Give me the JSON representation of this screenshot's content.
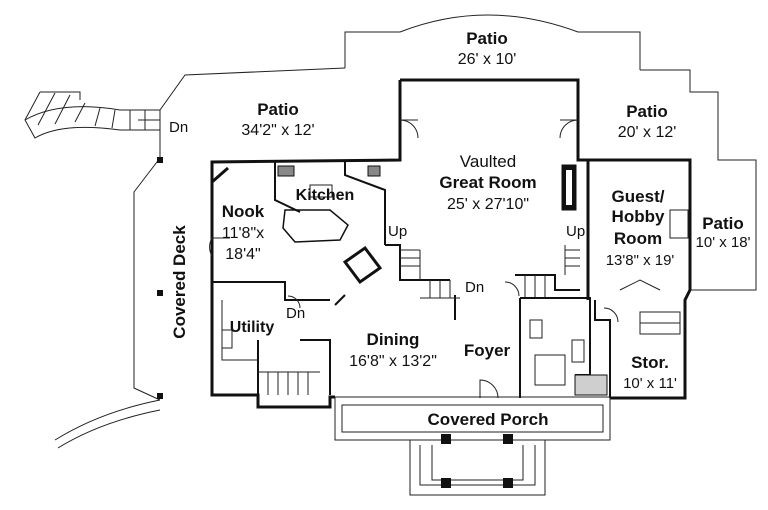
{
  "rooms": {
    "patio_top": {
      "name": "Patio",
      "size": "26' x 10'"
    },
    "patio_left": {
      "name": "Patio",
      "size": "34'2\" x 12'"
    },
    "patio_right": {
      "name": "Patio",
      "size": "20' x 12'"
    },
    "patio_far_right": {
      "name": "Patio",
      "size": "10' x 18'"
    },
    "great_room": {
      "name_line1": "Vaulted",
      "name_line2": "Great Room",
      "size": "25' x 27'10\""
    },
    "kitchen": {
      "name": "Kitchen"
    },
    "nook": {
      "name": "Nook",
      "size_line1": "11'8\"x",
      "size_line2": "18'4\""
    },
    "guest": {
      "name_line1": "Guest/",
      "name_line2": "Hobby",
      "name_line3": "Room",
      "size": "13'8\" x 19'"
    },
    "utility": {
      "name": "Utility"
    },
    "dining": {
      "name": "Dining",
      "size": "16'8\" x 13'2\""
    },
    "foyer": {
      "name": "Foyer"
    },
    "storage": {
      "name": "Stor.",
      "size": "10' x 11'"
    },
    "covered_deck": {
      "name": "Covered Deck"
    },
    "covered_porch": {
      "name": "Covered Porch"
    }
  },
  "stairs": {
    "dn_deck": "Dn",
    "up_left": "Up",
    "up_right": "Up",
    "dn_center": "Dn",
    "dn_utility": "Dn"
  }
}
